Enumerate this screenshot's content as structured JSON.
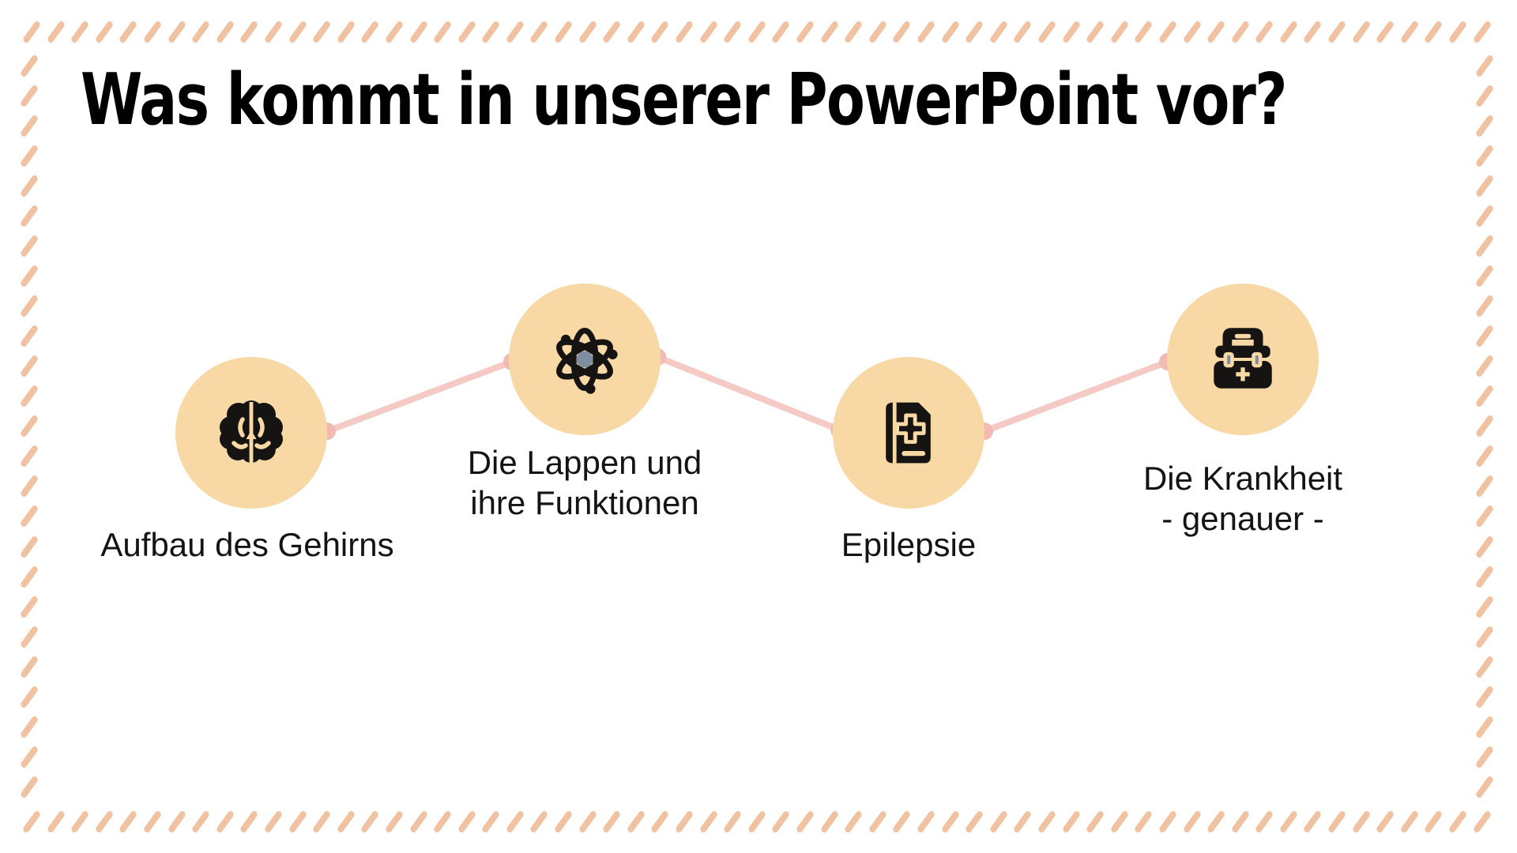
{
  "slide": {
    "title": "Was kommt in unserer PowerPoint vor?"
  },
  "colors": {
    "background": "#ffffff",
    "title_text": "#000000",
    "label_text": "#141414",
    "border_hatch": "#f0c2a1",
    "node_circle_fill": "#f8d8a5",
    "connector_line": "#f6cac4",
    "connector_dot": "#f2bab3",
    "icon": "#161412",
    "icon_accent": "#7e8ea0"
  },
  "nodes": [
    {
      "icon": "brain-icon",
      "label": "Aufbau des Gehirns"
    },
    {
      "icon": "atom-icon",
      "label": "Die Lappen und\nihre Funktionen"
    },
    {
      "icon": "medical-book-icon",
      "label": "Epilepsie"
    },
    {
      "icon": "first-aid-kit-icon",
      "label": "Die Krankheit\n- genauer -"
    }
  ]
}
